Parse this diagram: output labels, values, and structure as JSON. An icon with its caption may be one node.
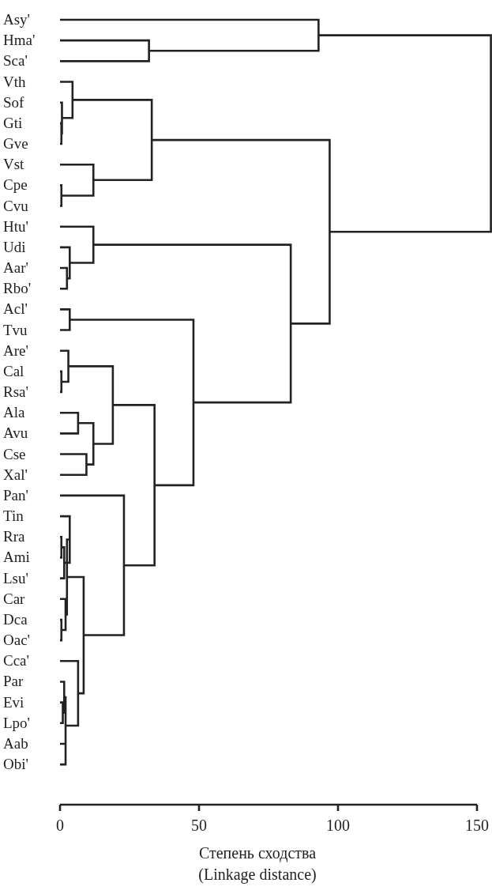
{
  "diagram": {
    "labels": [
      "Asy'",
      "Hma'",
      "Sca'",
      "Vth",
      "Sof",
      "Gti",
      "Gve",
      "Vst",
      "Cpe",
      "Cvu",
      "Htu'",
      "Udi",
      "Aar'",
      "Rbo'",
      "Acl'",
      "Tvu",
      "Are'",
      "Cal",
      "Rsa'",
      "Ala",
      "Avu",
      "Cse",
      "Xal'",
      "Pan'",
      "Tin",
      "Rra",
      "Ami",
      "Lsu'",
      "Car",
      "Dca",
      "Oac'",
      "Cca'",
      "Par",
      "Evi",
      "Lpo'",
      "Aab",
      "Obi'",
      "0",
      "50",
      "100",
      "150",
      "Степень сходства (Linkage distance)"
    ]
  }
}
